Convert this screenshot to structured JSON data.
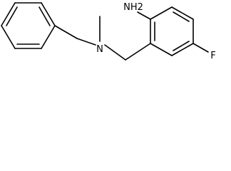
{
  "molecule": {
    "atoms": {
      "amine": "NH2",
      "nitrogen": "N",
      "fluorine": "F"
    }
  }
}
